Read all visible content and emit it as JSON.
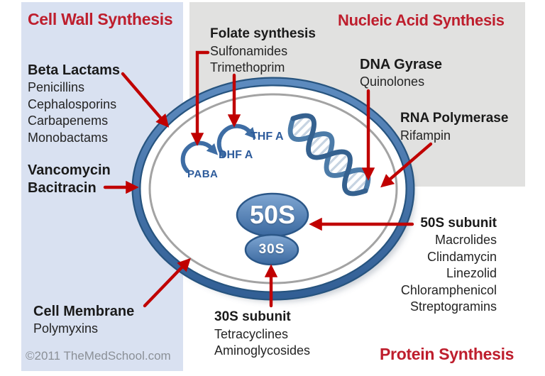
{
  "titles": {
    "cell_wall": "Cell Wall Synthesis",
    "nucleic_acid": "Nucleic Acid Synthesis",
    "protein": "Protein Synthesis"
  },
  "labels": {
    "beta_lactams": {
      "heading": "Beta Lactams",
      "items": [
        "Penicillins",
        "Cephalosporins",
        "Carbapenems",
        "Monobactams"
      ]
    },
    "vancomycin_bacitracin": {
      "line1": "Vancomycin",
      "line2": "Bacitracin"
    },
    "folate": {
      "heading": "Folate synthesis",
      "items": [
        "Sulfonamides",
        "Trimethoprim"
      ]
    },
    "dna_gyrase": {
      "heading": "DNA Gyrase",
      "items": [
        "Quinolones"
      ]
    },
    "rna_polymerase": {
      "heading": "RNA Polymerase",
      "items": [
        "Rifampin"
      ]
    },
    "subunit_50s": {
      "heading": "50S subunit",
      "items": [
        "Macrolides",
        "Clindamycin",
        "Linezolid",
        "Chloramphenicol",
        "Streptogramins"
      ]
    },
    "subunit_30s": {
      "heading": "30S subunit",
      "items": [
        "Tetracyclines",
        "Aminoglycosides"
      ]
    },
    "cell_membrane": {
      "heading": "Cell Membrane",
      "items": [
        "Polymyxins"
      ]
    }
  },
  "cell": {
    "pathway": {
      "paba": "PABA",
      "dhf": "DHF A",
      "thf": "THF A"
    },
    "ribosome_large": "50S",
    "ribosome_small": "30S"
  },
  "footer": {
    "copyright": "©2011 TheMedSchool.com"
  },
  "colors": {
    "title_red": "#be1e2d",
    "arrow_red": "#c00000",
    "cell_blue": "#3d6ea5",
    "cell_blue_dark": "#27547f",
    "pathway_label_blue": "#2d5b9b",
    "left_panel": "#d9e1f1",
    "right_panel": "#e1e1e0",
    "copyright_gray": "#8b9097"
  }
}
